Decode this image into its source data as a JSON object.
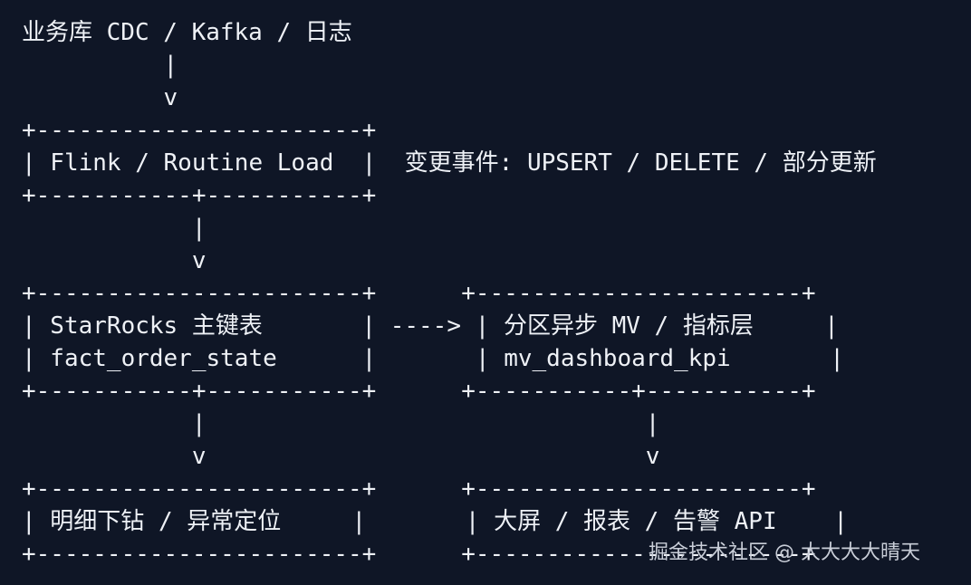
{
  "diagram": {
    "lines": [
      "业务库 CDC / Kafka / 日志",
      "          |",
      "          v",
      "+-----------------------+",
      "| Flink / Routine Load  |  变更事件: UPSERT / DELETE / 部分更新",
      "+-----------+-----------+",
      "            |",
      "            v",
      "+-----------------------+      +-----------------------+",
      "| StarRocks 主键表       | ----> | 分区异步 MV / 指标层     |",
      "| fact_order_state      |       | mv_dashboard_kpi       |",
      "+-----------+-----------+      +-----------+-----------+",
      "            |                               |",
      "            v                               v",
      "+-----------------------+      +-----------------------+",
      "| 明细下钻 / 异常定位     |       | 大屏 / 报表 / 告警 API    |",
      "+-----------------------+      +-----------------------+"
    ]
  },
  "watermark": {
    "text": "掘金技术社区 @ 大大大大晴天"
  },
  "colors": {
    "background": "#0f1626",
    "text": "#eef1f6",
    "watermark": "#c9ced8"
  }
}
